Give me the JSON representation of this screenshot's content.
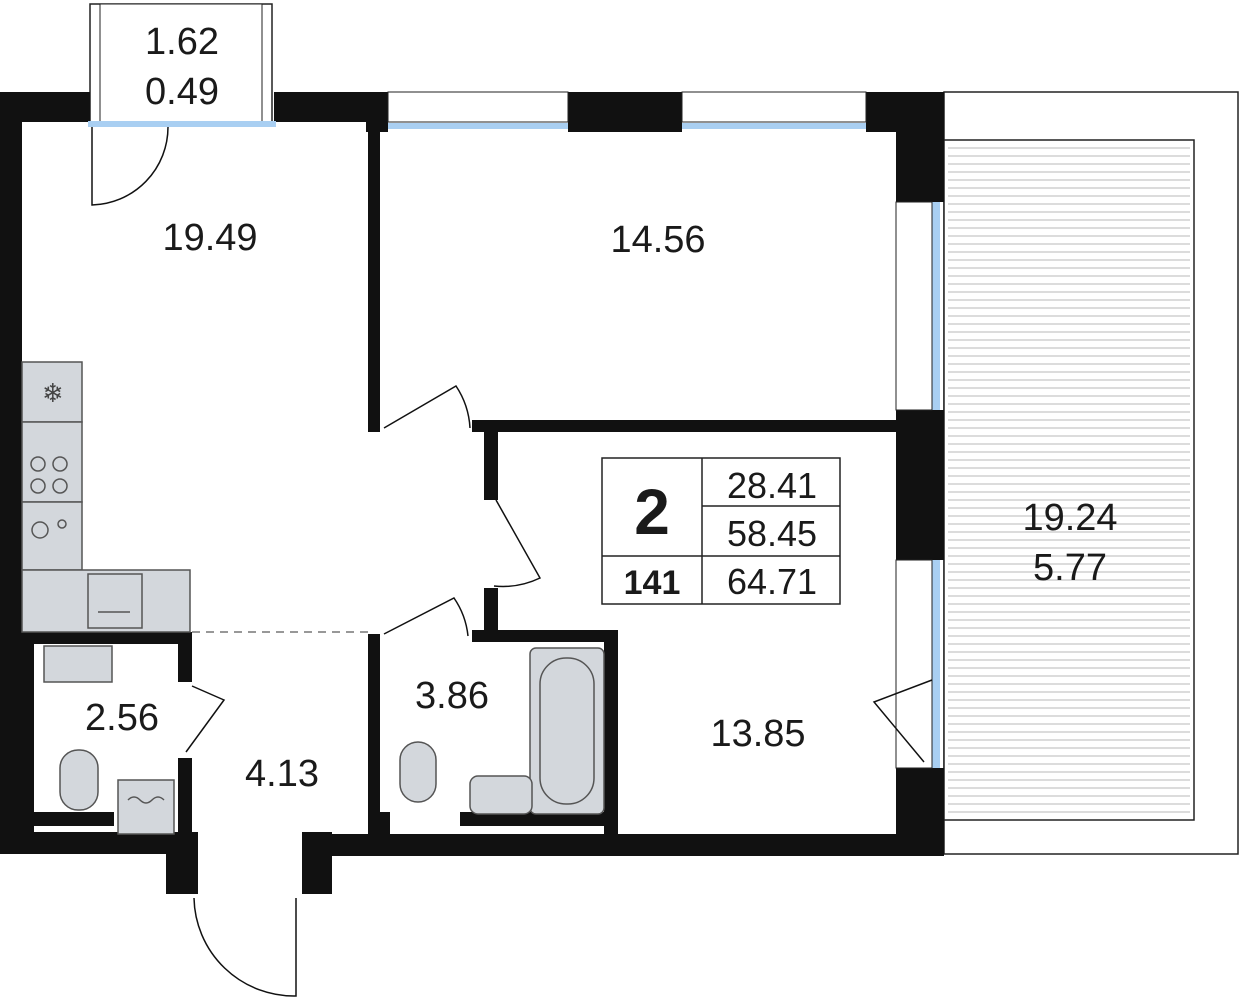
{
  "rooms": {
    "loggia_small": {
      "area": "1.62",
      "coef": "0.49"
    },
    "kitchen_living": {
      "area": "19.49"
    },
    "bedroom_top": {
      "area": "14.56"
    },
    "balcony": {
      "area": "19.24",
      "coef": "5.77"
    },
    "wc": {
      "area": "2.56"
    },
    "hall": {
      "area": "4.13"
    },
    "bathroom": {
      "area": "3.86"
    },
    "bedroom_bottom": {
      "area": "13.85"
    }
  },
  "info_box": {
    "rooms_count": "2",
    "living_area": "28.41",
    "total_area": "58.45",
    "apartment_number": "141",
    "total_with_balcony": "64.71"
  },
  "colors": {
    "wall": "#111111",
    "window": "#a9cff2",
    "fixture": "#d3d7dc"
  }
}
